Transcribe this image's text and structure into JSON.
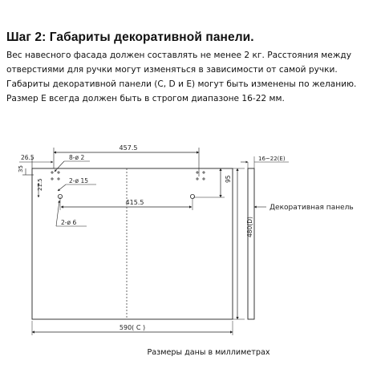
{
  "heading": "Шаг 2: Габариты декоративной панели.",
  "paragraph": [
    "Вес навесного фасада должен составлять не менее 2 кг. Расстояния между",
    "отверстиями для ручки могут изменяться в зависимости от самой ручки.",
    "Габариты декоративной панели (C, D и E) могут быть изменены по желанию.",
    "Размер E всегда должен быть в строгом диапазоне 16-22 мм."
  ],
  "drawing": {
    "dim_top_width": "457.5",
    "dim_left_offset": "26.5",
    "dim_hole_diameter_small": "8-ø 2",
    "dim_top_offset": "35",
    "dim_hole_diameter_mid": "2-ø 15",
    "dim_left_height": "21.5",
    "dim_handle_spacing": "415.5",
    "dim_handle_diameter": "2-ø 6",
    "dim_side_95": "95",
    "dim_height_d": "480(D)",
    "dim_width_c": "590( C )",
    "dim_thickness_e": "16~22(E)",
    "panel_label": "Декоративная панель"
  },
  "caption": "Размеры даны в миллиметрах"
}
